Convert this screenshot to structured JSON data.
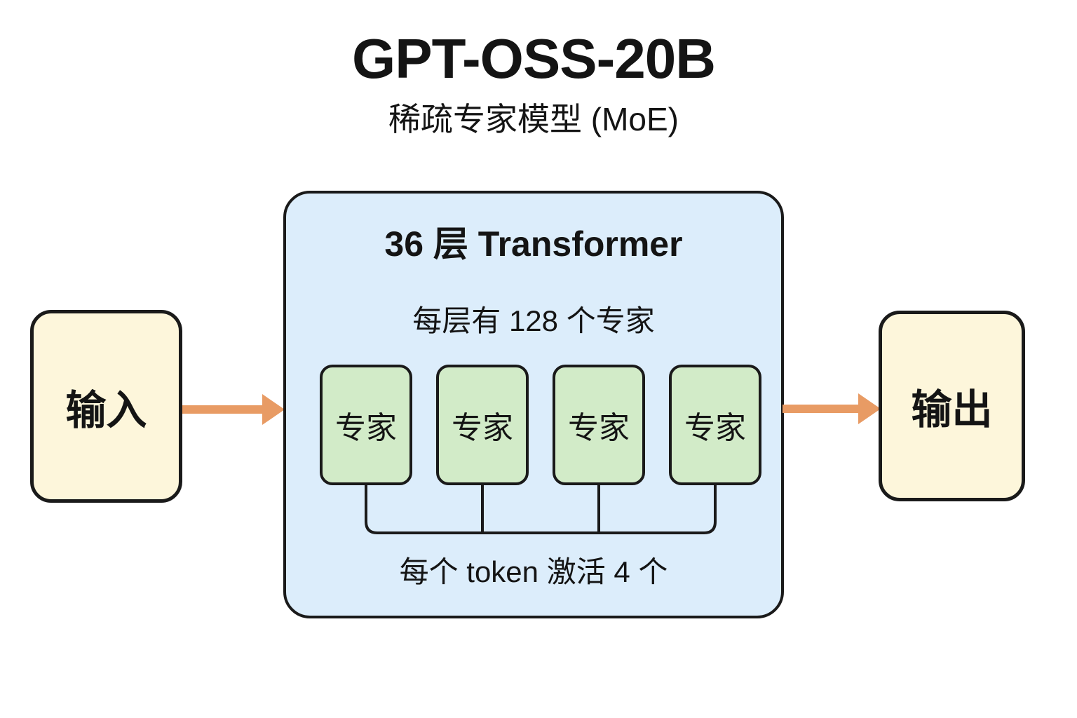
{
  "diagram": {
    "title": "GPT-OSS-20B",
    "subtitle": "稀疏专家模型 (MoE)",
    "input_label": "输入",
    "output_label": "输出",
    "container": {
      "heading": "36 层 Transformer",
      "experts_caption": "每层有 128 个专家",
      "experts": [
        {
          "label": "专家"
        },
        {
          "label": "专家"
        },
        {
          "label": "专家"
        },
        {
          "label": "专家"
        }
      ],
      "activation_caption": "每个 token 激活 4 个"
    },
    "colors": {
      "container_fill": "#DCEDFB",
      "expert_fill": "#D2EBC8",
      "node_fill": "#FDF6DB",
      "border": "#1A1A1A",
      "arrow": "#E89B64",
      "text": "#141414"
    }
  }
}
